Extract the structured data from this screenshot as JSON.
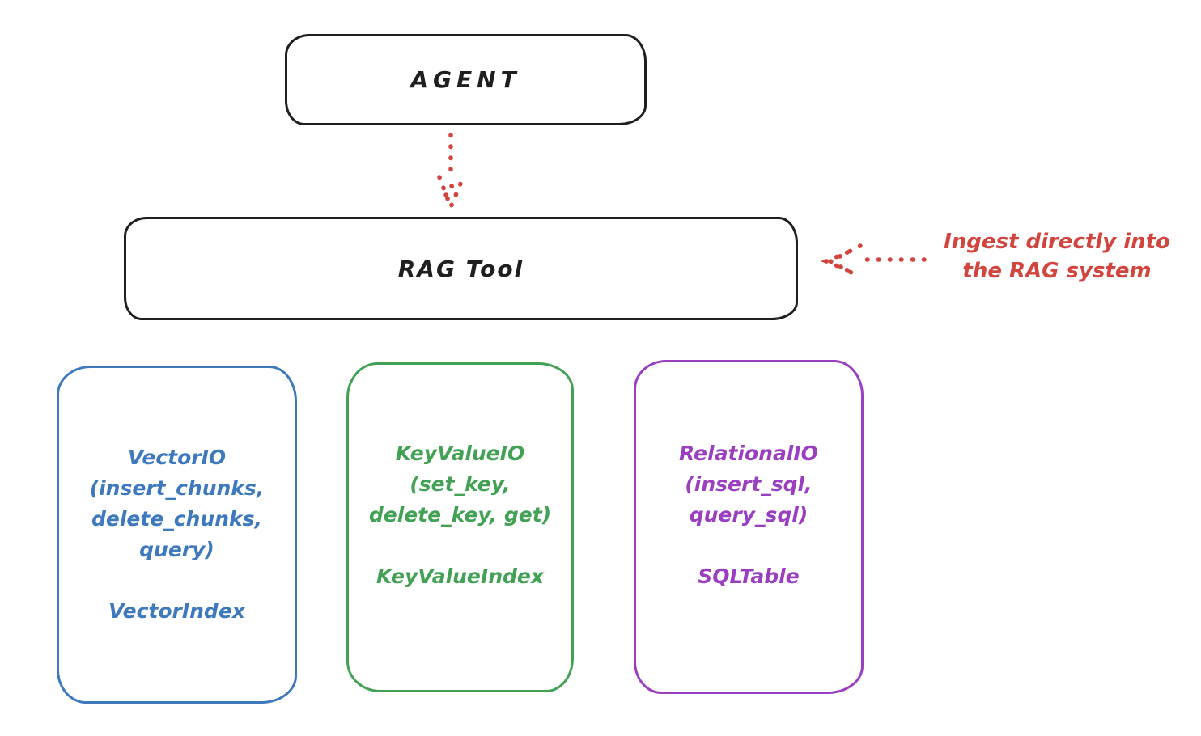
{
  "nodes": {
    "agent": {
      "label": "AGENT"
    },
    "rag_tool": {
      "label": "RAG Tool"
    },
    "vector_io": {
      "title": "VectorIO",
      "params": [
        "(insert_chunks,",
        "delete_chunks,",
        "query)"
      ],
      "index": "VectorIndex",
      "color": "#3e79bd"
    },
    "key_value_io": {
      "title": "KeyValueIO",
      "params": [
        "(set_key,",
        "delete_key, get)"
      ],
      "index": "KeyValueIndex",
      "color": "#43a155"
    },
    "relational_io": {
      "title": "RelationalIO",
      "params": [
        "(insert_sql,",
        "query_sql)"
      ],
      "index": "SQLTable",
      "color": "#9a3fc0"
    }
  },
  "annotation": {
    "line1": "Ingest directly into",
    "line2": "the RAG system",
    "color": "#d1453e"
  },
  "colors": {
    "ink": "#1f1f1f",
    "red": "#d1453e",
    "background": "#ffffff"
  }
}
